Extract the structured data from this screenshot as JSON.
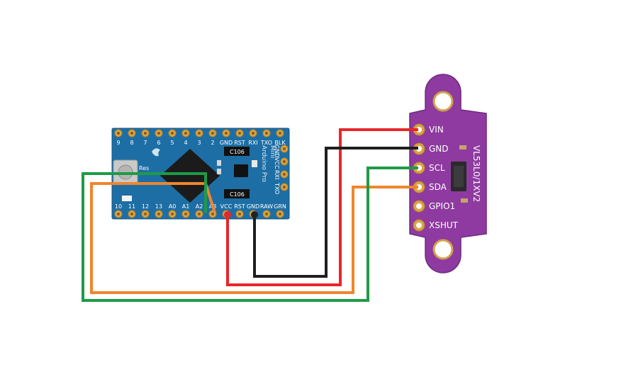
{
  "arduino": {
    "name_lines": [
      "Arduino Pro",
      "Mini"
    ],
    "top_pins": [
      "9",
      "8",
      "7",
      "6",
      "5",
      "4",
      "3",
      "2",
      "GND",
      "RST",
      "RXI",
      "TXO",
      "BLK"
    ],
    "bottom_pins": [
      "10",
      "11",
      "12",
      "13",
      "A0",
      "A1",
      "A2",
      "A3",
      "VCC",
      "RST",
      "GND",
      "RAW",
      "GRN"
    ],
    "right_pins": [
      "GND",
      "VCC",
      "RXI",
      "TXO"
    ],
    "chip_marks": [
      "C106",
      "C106"
    ],
    "reset_label": "Res"
  },
  "sensor": {
    "model": "VL53L0/1XV2",
    "pins": [
      "VIN",
      "GND",
      "SCL",
      "SDA",
      "GPIO1",
      "XSHUT"
    ]
  },
  "wires": [
    {
      "from": "VCC",
      "to": "VIN",
      "color": "#e8262a"
    },
    {
      "from": "GND",
      "to": "GND",
      "color": "#1f1f1f"
    },
    {
      "from": "A3",
      "to": "SDA",
      "color": "#f0852d"
    },
    {
      "from": "A2",
      "to": "SCL",
      "color": "#1f9a47"
    }
  ],
  "colors": {
    "board": "#1d6ea5",
    "sensor_board": "#8e3aa0",
    "pad": "#d9a441"
  }
}
